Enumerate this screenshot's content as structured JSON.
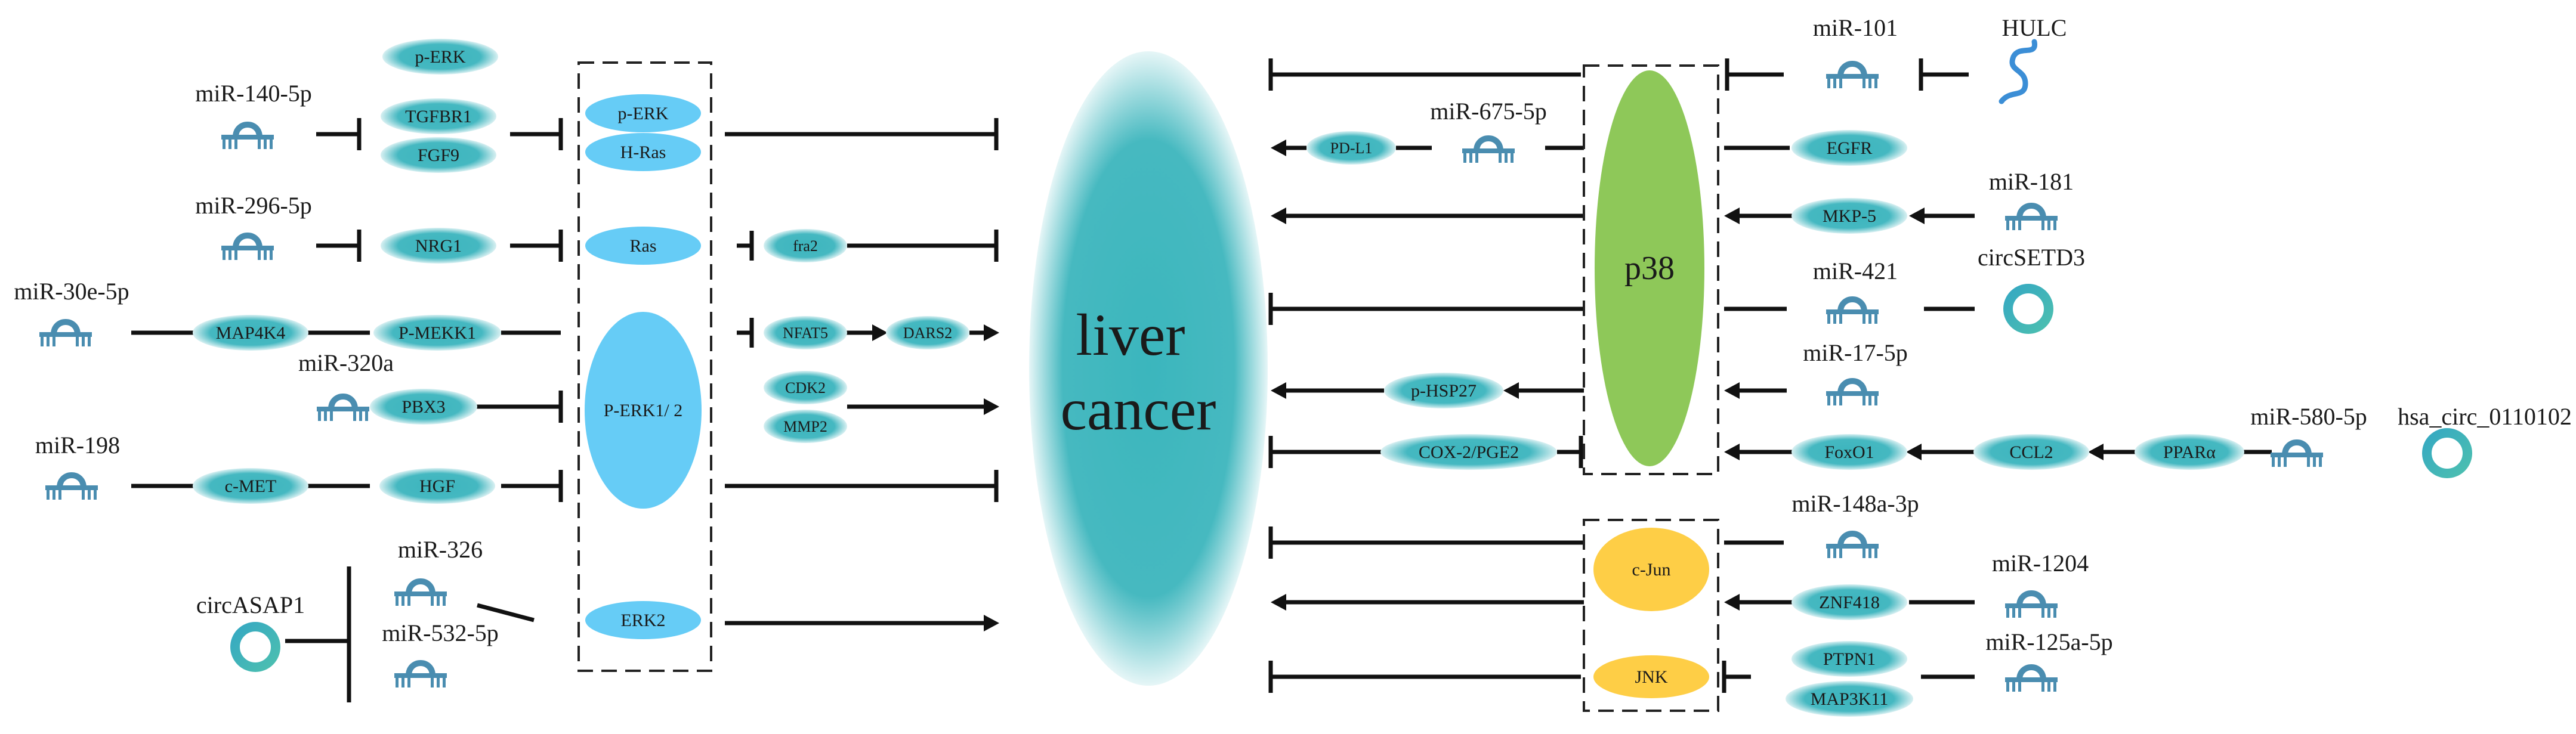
{
  "center": {
    "line1": "liver",
    "line2": "cancer"
  },
  "colors": {
    "teal": "#4bbcc4",
    "blue": "#66ccf6",
    "green": "#8ec859",
    "yellow": "#fece46",
    "mirna": "#4a8db0",
    "ring": "#3aa6b8",
    "wavy": "#3b8ed6"
  },
  "nodes": {
    "pERK_top": "p-ERK",
    "TGFBR1": "TGFBR1",
    "FGF9": "FGF9",
    "NRG1": "NRG1",
    "MAP4K4": "MAP4K4",
    "PMEKK1": "P-MEKK1",
    "PBX3": "PBX3",
    "cMET": "c-MET",
    "HGF": "HGF",
    "pERK_box": "p-ERK",
    "HRas": "H-Ras",
    "Ras": "Ras",
    "PERK12": "P-ERK1/ 2",
    "ERK2": "ERK2",
    "fra2": "fra2",
    "NFAT5": "NFAT5",
    "DARS2": "DARS2",
    "CDK2": "CDK2",
    "MMP2": "MMP2",
    "PDL1": "PD-L1",
    "pHSP27": "p-HSP27",
    "COX2": "COX-2/PGE2",
    "EGFR": "EGFR",
    "MKP5": "MKP-5",
    "FoxO1": "FoxO1",
    "CCL2": "CCL2",
    "PPARa": "PPARα",
    "ZNF418": "ZNF418",
    "PTPN1": "PTPN1",
    "MAP3K11": "MAP3K11",
    "p38": "p38",
    "cJun": "c-Jun",
    "JNK": "JNK"
  },
  "mirnas": {
    "m140": "miR-140-5p",
    "m296": "miR-296-5p",
    "m30e": "miR-30e-5p",
    "m320a": "miR-320a",
    "m198": "miR-198",
    "m326": "miR-326",
    "m532": "miR-532-5p",
    "m675": "miR-675-5p",
    "m101": "miR-101",
    "m181": "miR-181",
    "m421": "miR-421",
    "m17": "miR-17-5p",
    "m580": "miR-580-5p",
    "m148a": "miR-148a-3p",
    "m1204": "miR-1204",
    "m125a": "miR-125a-5p"
  },
  "others": {
    "HULC": "HULC",
    "circASAP1": "circASAP1",
    "circSETD3": "circSETD3",
    "hsa_circ": "hsa_circ_0110102"
  }
}
